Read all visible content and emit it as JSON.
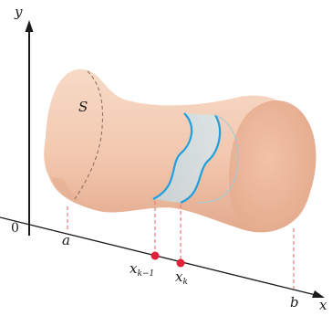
{
  "diagram": {
    "axis_y_label": "y",
    "axis_x_label": "x",
    "origin_label": "0",
    "solid_label": "S",
    "point_a_label": "a",
    "point_b_label": "b",
    "point_xk1_base": "x",
    "point_xk1_sub": "k−1",
    "point_xk_base": "x",
    "point_xk_sub": "k"
  },
  "colors": {
    "solid_fill": "#f3cdb6",
    "solid_shade": "#e2a98c",
    "slice_outline": "#1ea0e0",
    "slice_fill": "#c6dde6",
    "guide_dash": "#f07a7a",
    "point_marker": "#e2203a",
    "axis": "#1a1a1a"
  }
}
